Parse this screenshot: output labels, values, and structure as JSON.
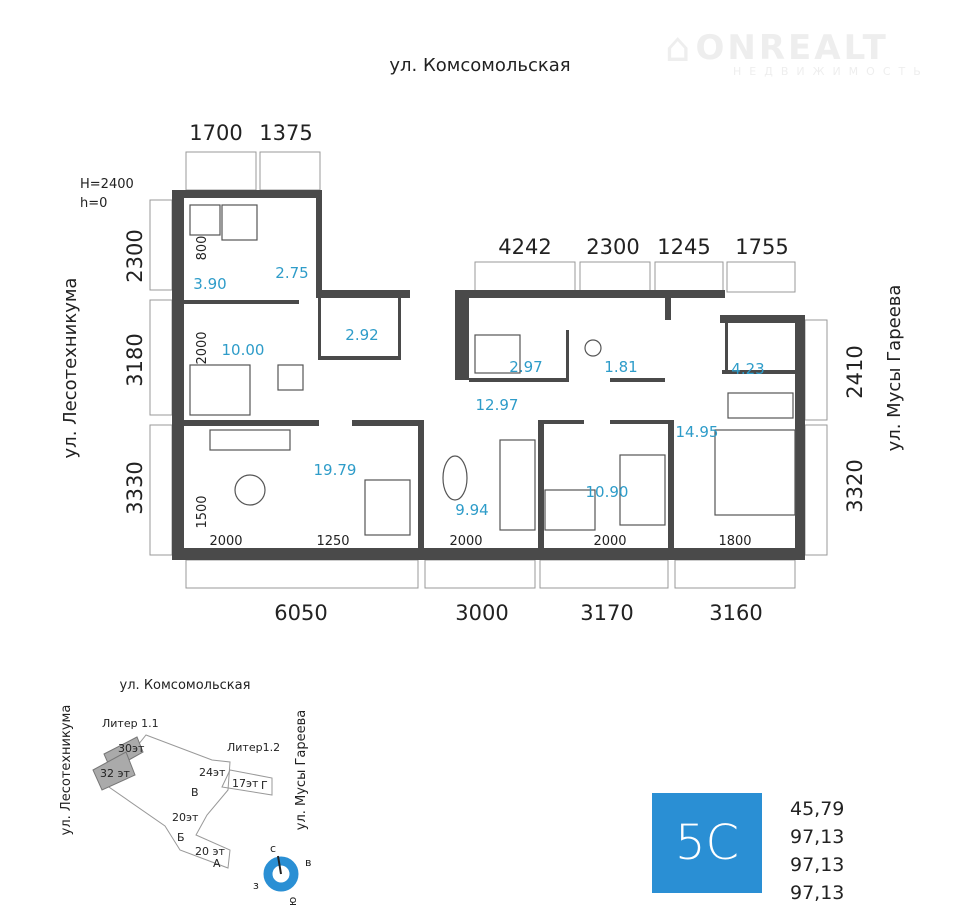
{
  "logo": {
    "name": "ONREALT",
    "tagline": "НЕДВИЖИМОСТЬ"
  },
  "streets": {
    "top": "ул. Комсомольская",
    "left": "ул. Лесотехникума",
    "right": "ул. Мусы Гареева"
  },
  "heights": {
    "ceiling": "H=2400",
    "floor": "h=0"
  },
  "dims": {
    "top_left": [
      "1700",
      "1375"
    ],
    "top_right": [
      "4242",
      "2300",
      "1245",
      "1755"
    ],
    "left": [
      "2300",
      "3180",
      "3330"
    ],
    "right": [
      "2410",
      "3320"
    ],
    "bottom": [
      "6050",
      "3000",
      "3170",
      "3160"
    ],
    "inner": {
      "v800": "800",
      "v2000": "2000",
      "v1500": "1500",
      "b1": "2000",
      "b2": "1250",
      "b3": "2000",
      "b4": "2000",
      "b5": "1800"
    }
  },
  "rooms": {
    "bath1": "3.90",
    "wardrobe1": "2.75",
    "bedroom1": "10.00",
    "closet": "2.92",
    "bath2": "2.97",
    "laundry": "1.81",
    "bath3": "4.23",
    "hall": "12.97",
    "master": "14.95",
    "kitchen": "19.79",
    "bedroom2": "9.94",
    "bedroom3": "10.90"
  },
  "siteplan": {
    "street_top": "ул. Комсомольская",
    "street_left": "ул. Лесотехникума",
    "street_right": "ул. Мусы Гареева",
    "liter11": "Литер 1.1",
    "liter12": "Литер1.2",
    "f30": "30эт",
    "f32": "32 эт",
    "f24": "24эт",
    "f17": "17эт",
    "g": "Г",
    "v": "В",
    "f20b": "20эт",
    "b": "Б",
    "f20a": "20 эт",
    "a": "А",
    "compass": {
      "n": "с",
      "e": "в",
      "w": "з",
      "s": "ю"
    }
  },
  "unit": {
    "label": "5С",
    "areas": [
      "45,79",
      "97,13",
      "97,13",
      "97,13"
    ]
  },
  "colors": {
    "accent": "#2a8fd4",
    "room_label": "#2e9cc9",
    "wall": "#4a4a4a"
  }
}
